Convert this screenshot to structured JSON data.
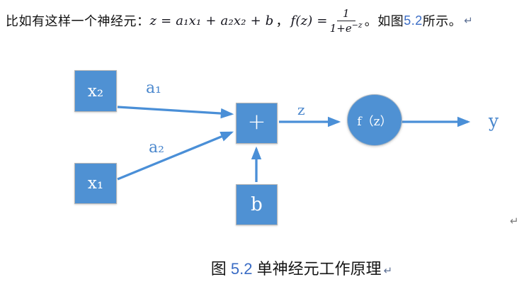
{
  "paragraph": {
    "intro": "比如有这样一个神经元：",
    "eq1": "z = a₁x₁ + a₂x₂ + b",
    "separator": "，",
    "eq2": {
      "lhs": "f(z) =",
      "numerator": "1",
      "denominator_base": "1+e",
      "denominator_exp": "−z"
    },
    "outro_pre": "。如图 ",
    "figure_ref": "5.2",
    "outro_post": " 所示。",
    "pilcrow": "↵"
  },
  "diagram": {
    "nodes": {
      "x2": "x₂",
      "x1": "x₁",
      "sum": "+",
      "bias": "b",
      "activation": "f（z）"
    },
    "edge_labels": {
      "a1": "a₁",
      "a2": "a₂",
      "z": "z",
      "y": "y"
    },
    "anchor_mark": "↵",
    "colors": {
      "node_fill": "#4f91d3",
      "node_border": "#b5b5b5",
      "arrow": "#4a8fd7",
      "edge_label": "#4a87cd",
      "node_text": "#ffffff"
    }
  },
  "caption": {
    "prefix": "图 ",
    "number": "5.2",
    "text": " 单神经元工作原理",
    "pilcrow": "↵",
    "number_color": "#3a6cc5"
  }
}
